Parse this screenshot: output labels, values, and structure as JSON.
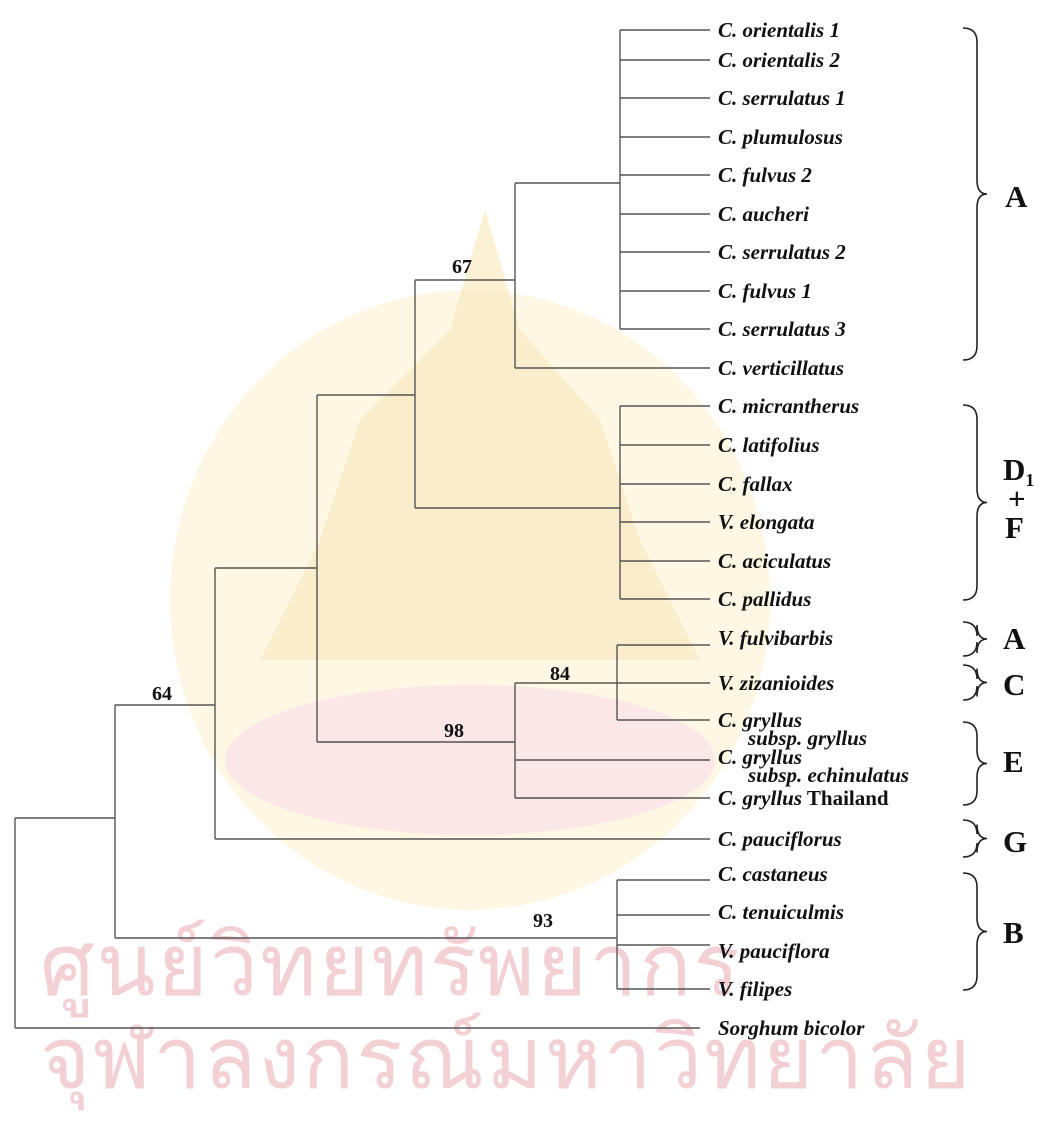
{
  "watermark": {
    "line1": "ศูนย์วิทยทรัพยากร",
    "line2": "จุฬาลงกรณ์มหาวิทยาลัย"
  },
  "taxa": [
    {
      "name": "C. orientalis 1"
    },
    {
      "name": "C. orientalis 2"
    },
    {
      "name": "C. serrulatus 1"
    },
    {
      "name": "C. plumulosus"
    },
    {
      "name": "C. fulvus 2"
    },
    {
      "name": "C. aucheri"
    },
    {
      "name": "C. serrulatus 2"
    },
    {
      "name": "C. fulvus 1"
    },
    {
      "name": "C. serrulatus 3"
    },
    {
      "name": "C. verticillatus"
    },
    {
      "name": "C. micrantherus"
    },
    {
      "name": "C. latifolius"
    },
    {
      "name": "C. fallax"
    },
    {
      "name": "V. elongata"
    },
    {
      "name": "C. aciculatus"
    },
    {
      "name": "C. pallidus"
    },
    {
      "name": "V. fulvibarbis"
    },
    {
      "name": "V. zizanioides"
    },
    {
      "name": "C. gryllus",
      "extra": "subsp. gryllus"
    },
    {
      "name": "C. gryllus",
      "extra": "subsp. echinulatus"
    },
    {
      "name": "C. gryllus",
      "suffix": "Thailand"
    },
    {
      "name": "C. pauciflorus"
    },
    {
      "name": "C. castaneus"
    },
    {
      "name": "C. tenuiculmis"
    },
    {
      "name": "V. pauciflora"
    },
    {
      "name": "V. filipes"
    },
    {
      "name": "Sorghum bicolor"
    }
  ],
  "bootstrap": [
    "67",
    "64",
    "84",
    "98",
    "93"
  ],
  "groups": [
    {
      "label": "A"
    },
    {
      "label": "D1",
      "line2": "+",
      "line3": "F"
    },
    {
      "label": "A"
    },
    {
      "label": "C"
    },
    {
      "label": "E"
    },
    {
      "label": "G"
    },
    {
      "label": "B"
    }
  ]
}
